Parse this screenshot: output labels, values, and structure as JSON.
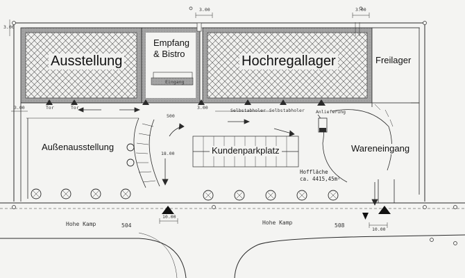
{
  "areas": {
    "ausstellung": "Ausstellung",
    "empfang_line1": "Empfang",
    "empfang_line2": "& Bistro",
    "hochregallager": "Hochregallager",
    "freilager": "Freilager",
    "aussenausstellung": "Außenausstellung",
    "kundenparkplatz": "Kundenparkplatz",
    "wareneingang": "Wareneingang"
  },
  "yard": {
    "label": "Hoffläche",
    "size": "ca. 4415,45m²"
  },
  "streets": {
    "left": "Hohe Kamp",
    "right": "Hohe Kamp"
  },
  "parcels": {
    "left": "504",
    "right": "508"
  },
  "dimensions": {
    "top_1": "3.00",
    "top_2": "3.00",
    "side_left": "3.00",
    "side_top": "3.00",
    "mid": "3.00",
    "gate_left": "10.00",
    "gate_right": "10.00",
    "turn": "500",
    "drive": "18.00"
  },
  "doors": {
    "eingang": "Eingang",
    "tor_a": "Tor",
    "tor_b": "Tor",
    "selbstabholer_1": "Selbstabholer",
    "selbstabholer_2": "Selbstabholer",
    "anlieferung": "Anlieferung"
  },
  "colors": {
    "line": "#2a2a2a",
    "wall": "#9a9a9a",
    "hatch": "#555555",
    "background": "#f4f4f2"
  }
}
